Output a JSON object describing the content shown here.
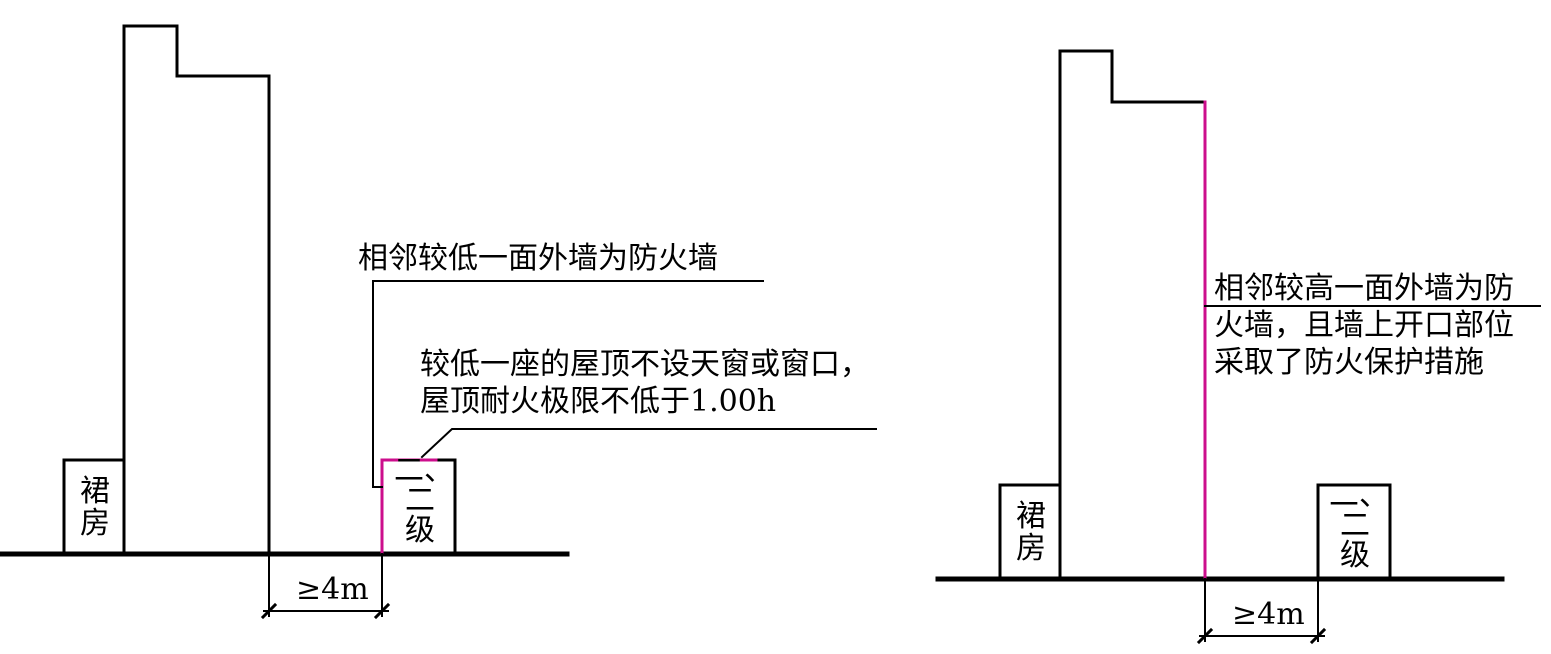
{
  "colors": {
    "line": "#000000",
    "firewall": "#cc0e8c",
    "background": "#ffffff"
  },
  "left": {
    "podium": [
      "裙",
      "房"
    ],
    "low_building": [
      "二、",
      "二",
      "级"
    ],
    "dimension": "≥4m",
    "wall_note": "相邻较低一面外墙为防火墙",
    "roof_note": [
      "较低一座的屋顶不设天窗或窗口，",
      "屋顶耐火极限不低于1.00h"
    ]
  },
  "right": {
    "podium": [
      "裙",
      "房"
    ],
    "low_building": [
      "二、",
      "二",
      "级"
    ],
    "dimension": "≥4m",
    "wall_note": [
      "相邻较高一面外墙为防",
      "火墙，且墙上开口部位",
      "采取了防火保护措施"
    ]
  }
}
